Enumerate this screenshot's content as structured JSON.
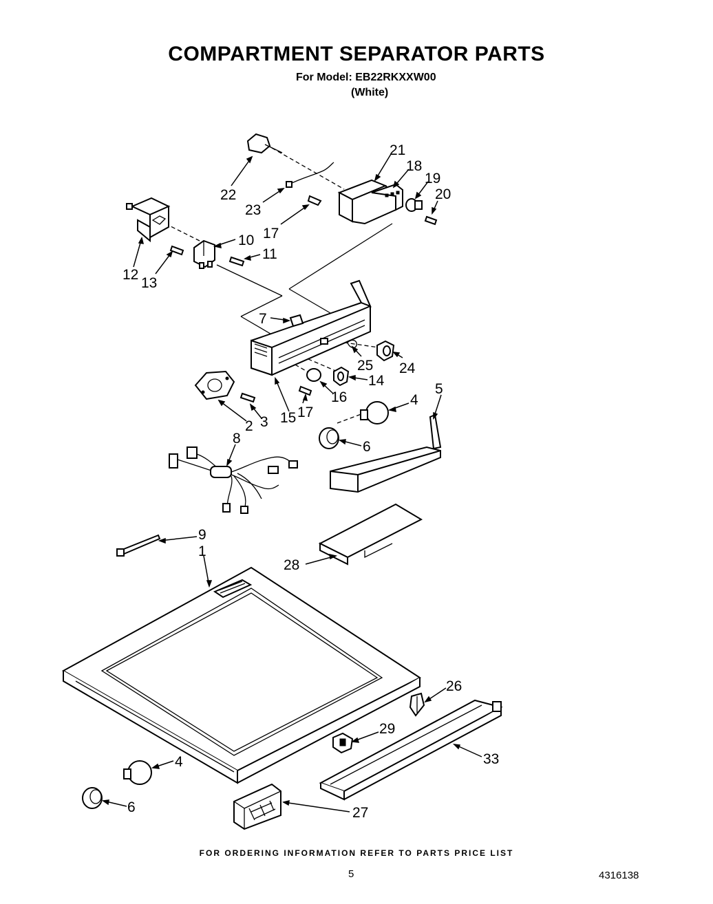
{
  "header": {
    "title": "COMPARTMENT SEPARATOR PARTS",
    "model_line": "For Model: EB22RKXXW00",
    "color_line": "(White)"
  },
  "callouts": [
    {
      "id": "22",
      "text": "22"
    },
    {
      "id": "21",
      "text": "21"
    },
    {
      "id": "18",
      "text": "18"
    },
    {
      "id": "19",
      "text": "19"
    },
    {
      "id": "20",
      "text": "20"
    },
    {
      "id": "23",
      "text": "23"
    },
    {
      "id": "17a",
      "text": "17"
    },
    {
      "id": "10",
      "text": "10"
    },
    {
      "id": "11",
      "text": "11"
    },
    {
      "id": "12",
      "text": "12"
    },
    {
      "id": "13",
      "text": "13"
    },
    {
      "id": "7",
      "text": "7"
    },
    {
      "id": "25",
      "text": "25"
    },
    {
      "id": "24",
      "text": "24"
    },
    {
      "id": "14",
      "text": "14"
    },
    {
      "id": "16",
      "text": "16"
    },
    {
      "id": "17b",
      "text": "17"
    },
    {
      "id": "15",
      "text": "15"
    },
    {
      "id": "2",
      "text": "2"
    },
    {
      "id": "3",
      "text": "3"
    },
    {
      "id": "5",
      "text": "5"
    },
    {
      "id": "4a",
      "text": "4"
    },
    {
      "id": "6a",
      "text": "6"
    },
    {
      "id": "8",
      "text": "8"
    },
    {
      "id": "9",
      "text": "9"
    },
    {
      "id": "1",
      "text": "1"
    },
    {
      "id": "28",
      "text": "28"
    },
    {
      "id": "26",
      "text": "26"
    },
    {
      "id": "29",
      "text": "29"
    },
    {
      "id": "33",
      "text": "33"
    },
    {
      "id": "4b",
      "text": "4"
    },
    {
      "id": "6b",
      "text": "6"
    },
    {
      "id": "27",
      "text": "27"
    }
  ],
  "footer": {
    "note": "FOR ORDERING INFORMATION REFER TO PARTS PRICE LIST",
    "page_number": "5",
    "document_number": "4316138"
  }
}
